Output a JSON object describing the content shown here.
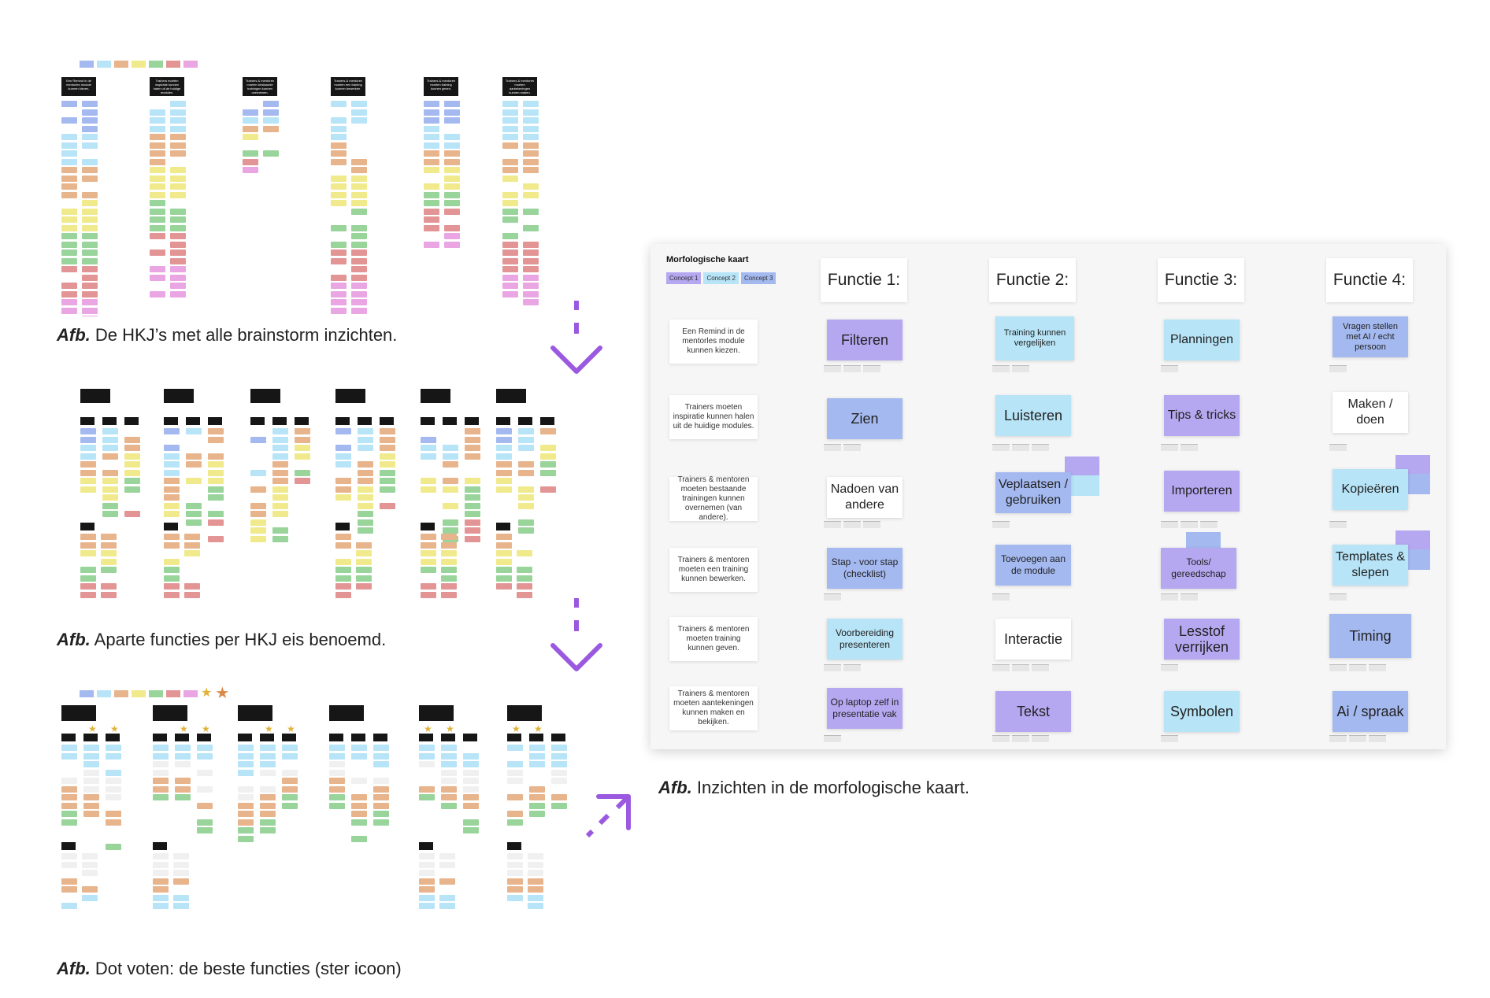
{
  "colors": {
    "purple": "#b5a8f0",
    "lightblue": "#b7e4f7",
    "blue": "#a4b9f0",
    "orange": "#e8b48c",
    "yellow": "#f1ea8c",
    "green": "#99d49b",
    "red": "#e39494",
    "pink": "#e9a6e3",
    "accent": "#9b59e0"
  },
  "board1": {
    "headers": [
      "Een Remind in de mentorles module kunnen kiezen.",
      "Trainers moeten inspiratie kunnen halen uit de huidige modules.",
      "Trainers & mentoren moeten bestaande trainingen kunnen overnemen.",
      "Trainers & mentoren moeten een training kunnen bewerken.",
      "Trainers & mentoren moeten training kunnen geven.",
      "Trainers & mentoren moeten aantekeningen kunnen maken."
    ]
  },
  "captions": {
    "c1_bold": "Afb.",
    "c1_text": " De HKJ’s met alle brainstorm inzichten.",
    "c2_bold": "Afb.",
    "c2_text": " Aparte functies per HKJ eis benoemd.",
    "c3_bold": "Afb.",
    "c3_text": " Dot voten: de beste functies (ster icoon)",
    "c4_bold": "Afb.",
    "c4_text": " Inzichten in de morfologische kaart."
  },
  "morph": {
    "title": "Morfologische kaart",
    "legend": [
      "Concept 1",
      "Concept 2",
      "Concept 3"
    ],
    "columns": [
      "Functie 1:",
      "Functie 2:",
      "Functie 3:",
      "Functie 4:"
    ],
    "rows": [
      "Een Remind in de mentorles module kunnen kiezen.",
      "Trainers moeten inspiratie kunnen halen uit de huidige modules.",
      "Trainers & mentoren moeten bestaande trainingen kunnen overnemen (van andere).",
      "Trainers & mentoren moeten een training kunnen bewerken.",
      "Trainers & mentoren moeten training kunnen geven.",
      "Trainers & mentoren moeten aantekeningen kunnen maken en bekijken."
    ],
    "cells": [
      [
        "Filteren",
        "Training kunnen vergelijken",
        "Planningen",
        "Vragen stellen met AI / echt persoon"
      ],
      [
        "Zien",
        "Luisteren",
        "Tips & tricks",
        "Maken / doen"
      ],
      [
        "Nadoen van andere",
        "Veplaatsen / gebruiken",
        "Importeren",
        "Kopieëren"
      ],
      [
        "Stap - voor stap (checklist)",
        "Toevoegen aan de module",
        "Tools/ gereedschap",
        "Templates & slepen"
      ],
      [
        "Voorbereiding presenteren",
        "Interactie",
        "Lesstof verrijken",
        "Timing"
      ],
      [
        "Op laptop zelf in presentatie vak",
        "Tekst",
        "Symbolen",
        "Ai / spraak"
      ]
    ]
  }
}
